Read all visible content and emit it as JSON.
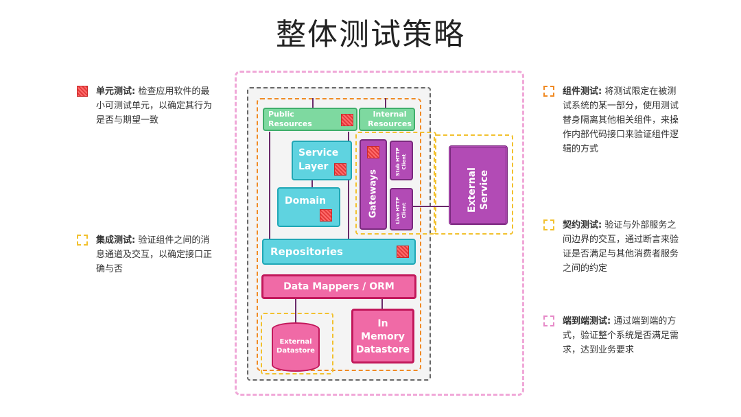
{
  "title": "整体测试策略",
  "legend": {
    "unit": {
      "label": "单元测试:",
      "text": "检查应用软件的最小可测试单元，以确定其行为是否与期望一致"
    },
    "integration": {
      "label": "集成测试:",
      "text": "验证组件之间的消息通道及交互，以确定接口正确与否"
    },
    "component": {
      "label": "组件测试:",
      "text": "将测试限定在被测试系统的某一部分，使用测试替身隔离其他相关组件，来操作内部代码接口来验证组件逻辑的方式"
    },
    "contract": {
      "label": "契约测试:",
      "text": "验证与外部服务之间边界的交互，通过断言来验证是否满足与其他消费者服务之间的约定"
    },
    "e2e": {
      "label": "端到端测试:",
      "text": "通过端到端的方式，验证整个系统是否满足需求，达到业务要求"
    }
  },
  "diagram": {
    "public_resources": "Public Resources",
    "internal_resources": "Internal Resources",
    "service_layer": "Service Layer",
    "domain": "Domain",
    "gateways": "Gateways",
    "stub_http_client": "Stub HTTP Client",
    "live_http_client": "Live HTTP Client",
    "external_service": "External Service",
    "repositories": "Repositories",
    "data_mappers": "Data Mappers / ORM",
    "external_datastore": "External Datastore",
    "in_memory_datastore": "In Memory Datastore"
  },
  "colors": {
    "green": "#7ed9a0",
    "teal": "#5fd3e0",
    "purple": "#b24bb5",
    "pink": "#f06aa6",
    "e2e_border": "#f0a8d8",
    "component_border": "#f08a24",
    "integration_border": "#f2c12e"
  }
}
